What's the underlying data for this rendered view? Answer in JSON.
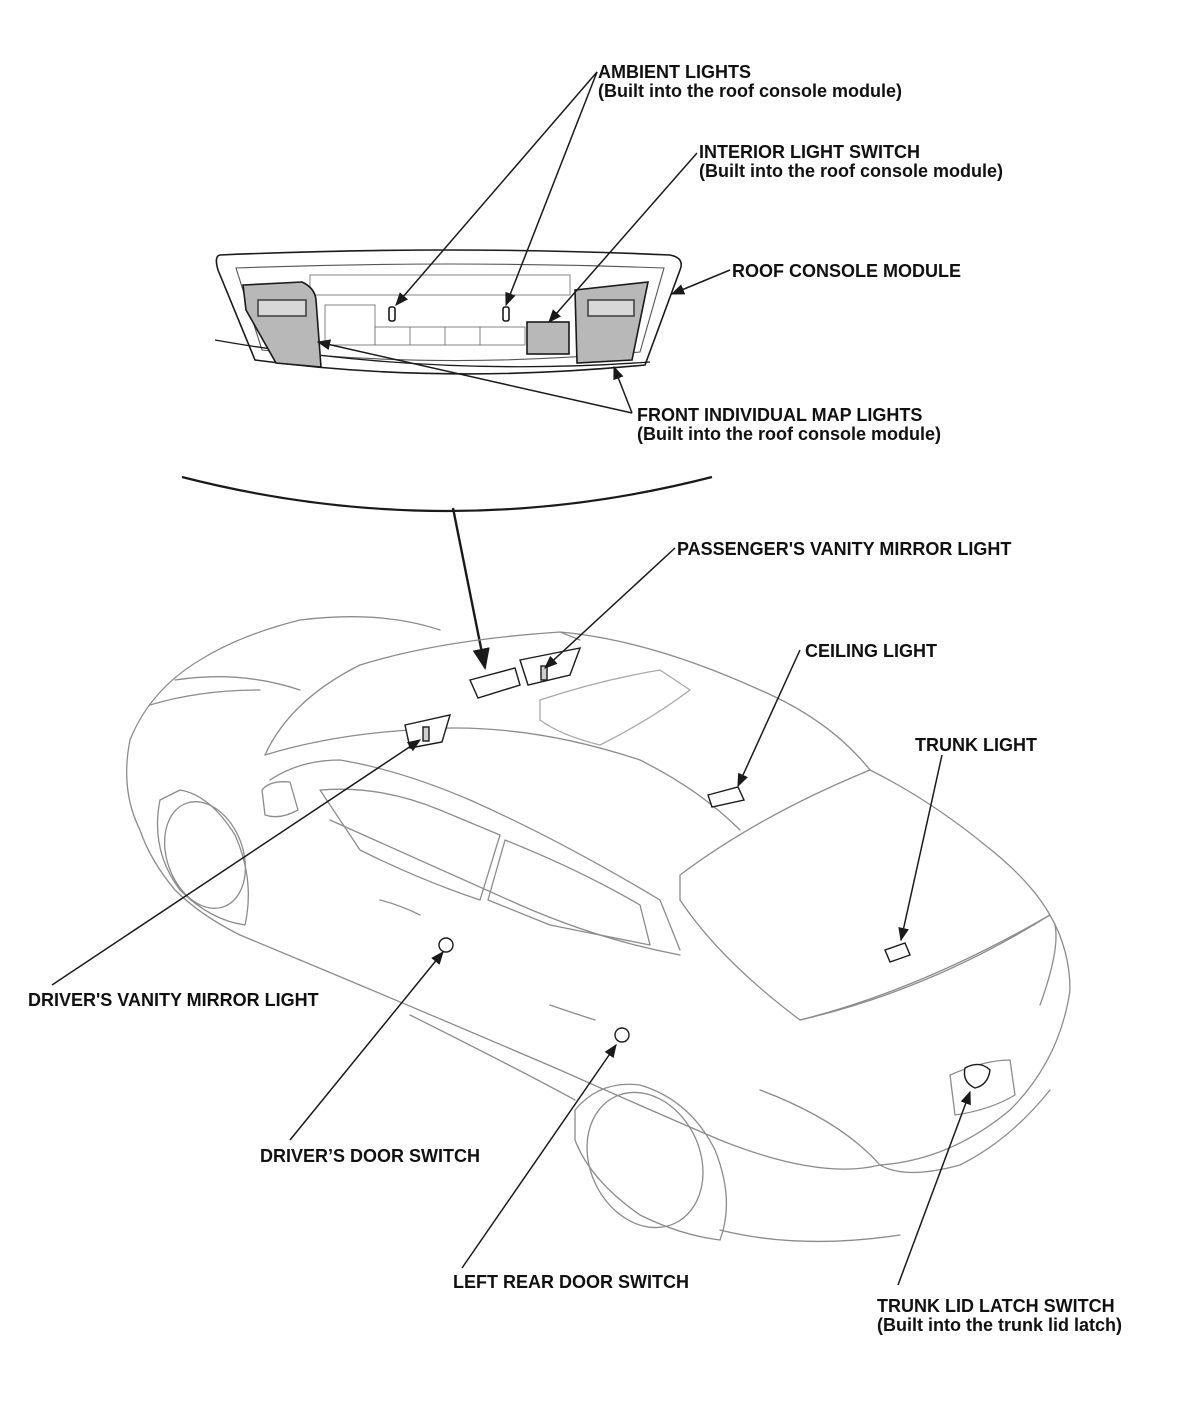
{
  "labels": {
    "ambient_lights": {
      "title": "AMBIENT LIGHTS",
      "sub": "(Built into the roof console module)"
    },
    "interior_light_switch": {
      "title": "INTERIOR LIGHT SWITCH",
      "sub": "(Built into the roof console module)"
    },
    "roof_console_module": {
      "title": "ROOF CONSOLE MODULE"
    },
    "front_map_lights": {
      "title": "FRONT INDIVIDUAL MAP LIGHTS",
      "sub": "(Built into the roof console module)"
    },
    "passenger_vanity": {
      "title": "PASSENGER'S VANITY MIRROR LIGHT"
    },
    "ceiling_light": {
      "title": "CEILING LIGHT"
    },
    "trunk_light": {
      "title": "TRUNK LIGHT"
    },
    "driver_vanity": {
      "title": "DRIVER'S VANITY MIRROR LIGHT"
    },
    "driver_door_switch": {
      "title": "DRIVER’S DOOR SWITCH"
    },
    "left_rear_door_switch": {
      "title": "LEFT REAR DOOR SWITCH"
    },
    "trunk_lid_latch": {
      "title": "TRUNK LID LATCH SWITCH",
      "sub": "(Built into the trunk lid latch)"
    }
  },
  "colors": {
    "line": "#1a1a1a",
    "car_line": "#8c8c8c",
    "fill_gray": "#b8b8b8"
  }
}
